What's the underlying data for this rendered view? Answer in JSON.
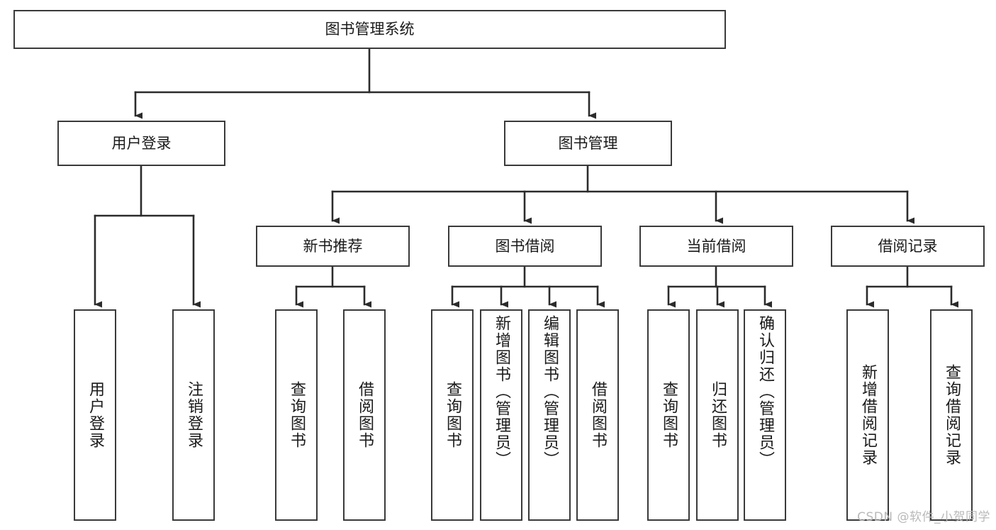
{
  "diagram": {
    "title": "图书管理系统",
    "type": "tree-hierarchy-diagram",
    "colors": {
      "box_border": "#3a3a3a",
      "box_fill": "#ffffff",
      "connector": "#2b2b2b",
      "text": "#1a1a1a",
      "watermark": "#b9b9b9"
    },
    "root": {
      "label": "图书管理系统"
    },
    "level2": [
      {
        "label": "用户登录"
      },
      {
        "label": "图书管理"
      }
    ],
    "level3": [
      {
        "label": "新书推荐"
      },
      {
        "label": "图书借阅"
      },
      {
        "label": "当前借阅"
      },
      {
        "label": "借阅记录"
      }
    ],
    "leaves": {
      "user_login": [
        {
          "label": "用户登录"
        },
        {
          "label": "注销登录"
        }
      ],
      "new_book_recommend": [
        {
          "label": "查询图书"
        },
        {
          "label": "借阅图书"
        }
      ],
      "book_borrow": [
        {
          "label": "查询图书"
        },
        {
          "label": "新增图书（管理员）"
        },
        {
          "label": "编辑图书（管理员）"
        },
        {
          "label": "借阅图书"
        }
      ],
      "current_borrow": [
        {
          "label": "查询图书"
        },
        {
          "label": "归还图书"
        },
        {
          "label": "确认归还（管理员）"
        }
      ],
      "borrow_record": [
        {
          "label": "新增借阅记录"
        },
        {
          "label": "查询借阅记录"
        }
      ]
    }
  },
  "watermark": {
    "text": "CSDN @软件_小贺同学"
  }
}
